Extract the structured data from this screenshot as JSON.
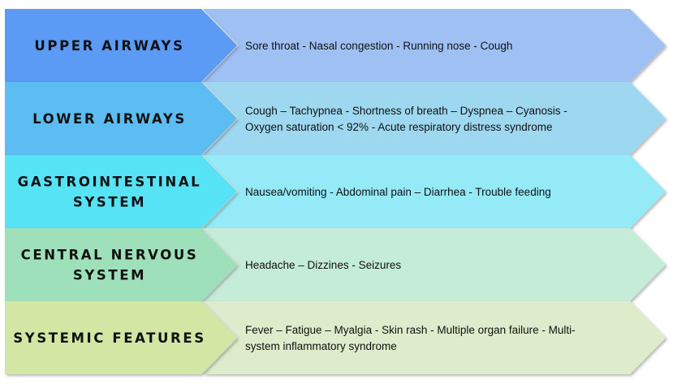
{
  "rows": [
    {
      "category": [
        "UPPER AIRWAYS"
      ],
      "symptoms": [
        "Sore throat - Nasal congestion - Running nose - Cough"
      ],
      "left_color": "#5b9bf5",
      "right_color": "#9fc0f3"
    },
    {
      "category": [
        "LOWER AIRWAYS"
      ],
      "symptoms": [
        "Cough – Tachypnea - Shortness of breath – Dyspnea – Cyanosis -",
        "Oxygen saturation < 92% - Acute respiratory distress syndrome"
      ],
      "left_color": "#5bbdf2",
      "right_color": "#9dd8f0"
    },
    {
      "category": [
        "GASTROINTESTINAL",
        "SYSTEM"
      ],
      "symptoms": [
        "Nausea/vomiting - Abdominal pain – Diarrhea - Trouble feeding"
      ],
      "left_color": "#56e3f5",
      "right_color": "#94eaf6"
    },
    {
      "category": [
        "CENTRAL NERVOUS",
        "SYSTEM"
      ],
      "symptoms": [
        "Headache – Dizzines - Seizures"
      ],
      "left_color": "#9ee0b9",
      "right_color": "#c4ecd9"
    },
    {
      "category": [
        "SYSTEMIC FEATURES"
      ],
      "symptoms": [
        "Fever – Fatigue – Myalgia - Skin rash - Multiple organ failure - Multi-",
        "system inflammatory syndrome"
      ],
      "left_color": "#d3e6a4",
      "right_color": "#ddeccb"
    }
  ]
}
